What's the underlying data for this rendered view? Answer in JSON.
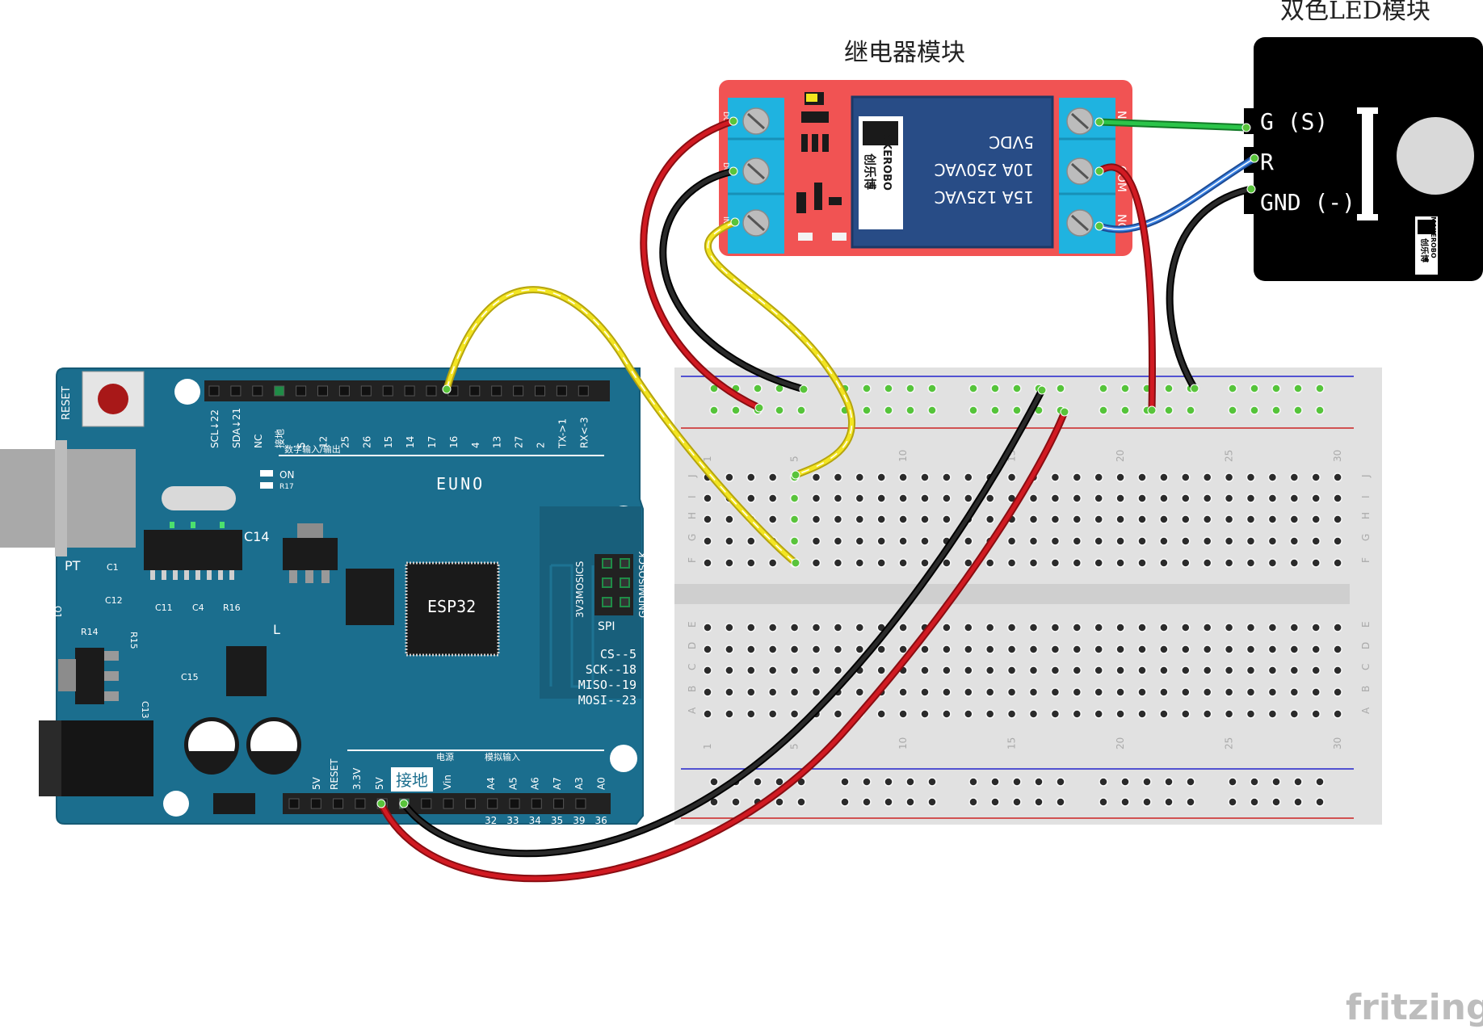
{
  "labels": {
    "relay_title": "继电器模块",
    "led_title": "双色LED模块",
    "watermark": "fritzing"
  },
  "esp32": {
    "reset": "RESET",
    "board_name": "EUNO",
    "chip": "ESP32",
    "digital_io": "数字输入/输出",
    "power": "电源",
    "analog_in": "模拟输入",
    "gnd_highlight": "接地",
    "on_led": "ON",
    "r17": "R17",
    "top_pins": [
      "SCL↓22",
      "SDA↓21",
      "NC",
      "接地",
      "5",
      "12",
      "25",
      "26",
      "15",
      "14",
      "17",
      "16",
      "4",
      "13",
      "27",
      "2",
      "TX->1",
      "RX<-3"
    ],
    "bottom_power_pins": [
      "5V",
      "RESET",
      "3.3V",
      "5V",
      "",
      "Vin"
    ],
    "bottom_analog_pins": [
      "A4",
      "A5",
      "A6",
      "A7",
      "A3",
      "A0"
    ],
    "bottom_analog_nums": [
      "32",
      "33",
      "34",
      "35",
      "39",
      "36"
    ],
    "spi_cols": [
      "3V3",
      "MOSI",
      "CS"
    ],
    "spi_cols2": [
      "GND",
      "MISO",
      "SCK"
    ],
    "spi_label": "SPI",
    "spi_map": [
      "CS--5",
      "SCK--18",
      "MISO--19",
      "MOSI--23"
    ],
    "components": [
      "PT",
      "Q1",
      "C1",
      "C12",
      "R14",
      "R15",
      "C11",
      "C4",
      "R16",
      "C14",
      "C15",
      "C13",
      "L"
    ]
  },
  "relay": {
    "left_pins": [
      "DC+",
      "DC-",
      "IN"
    ],
    "right_pins": [
      "NC",
      "COM",
      "NO"
    ],
    "brand": "MAKEROBO",
    "brand_cn": "创乐博",
    "spec_lines": [
      "5VDC",
      "10A 250VAC",
      "15A 125VAC"
    ]
  },
  "led": {
    "pins": [
      "G (S)",
      "R",
      "GND (-)"
    ],
    "brand": "MAKEROBO",
    "brand_cn": "创乐博"
  },
  "breadboard": {
    "col_numbers": [
      "1",
      "5",
      "10",
      "15",
      "20",
      "25",
      "30"
    ],
    "row_letters_top": [
      "J",
      "I",
      "H",
      "G",
      "F"
    ],
    "row_letters_bottom": [
      "E",
      "D",
      "C",
      "B",
      "A"
    ]
  },
  "colors": {
    "board": "#1a6f8f",
    "relay": "#f15353",
    "relay_core": "#2b4f8a",
    "terminal": "#1fb3e0",
    "led_module": "#000000",
    "breadboard": "#e0e0e0",
    "wire_red": "#c0151b",
    "wire_black": "#222222",
    "wire_yellow": "#f2e41e",
    "wire_green": "#21b43b",
    "wire_blue": "#2a6fd1"
  }
}
